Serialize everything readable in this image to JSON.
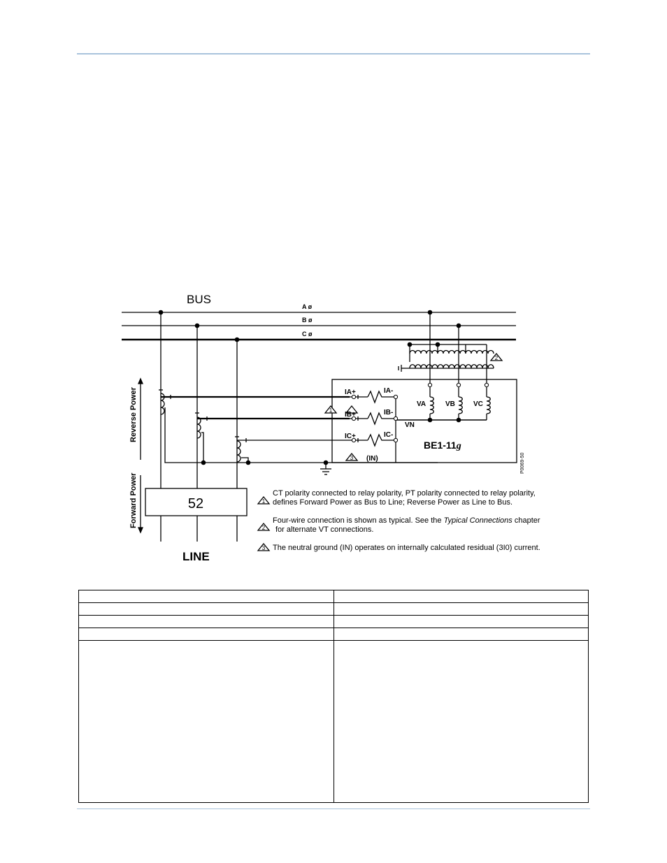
{
  "diagram": {
    "bus_label": "BUS",
    "line_label": "LINE",
    "phases": [
      "A ø",
      "B ø",
      "C ø"
    ],
    "breaker": "52",
    "relay_name_prefix": "BE1-11",
    "relay_name_suffix": "g",
    "figure_id": "P0069-50",
    "reverse_power": "Reverse Power",
    "forward_power": "Forward Power",
    "terminals": {
      "ia_plus": "IA+",
      "ia_minus": "IA-",
      "ib_plus": "IB+",
      "ib_minus": "IB-",
      "ic_plus": "IC+",
      "ic_minus": "IC-",
      "in": "(IN)",
      "va": "VA",
      "vb": "VB",
      "vc": "VC",
      "vn": "VN"
    },
    "notes": [
      {
        "num": "1",
        "lines": [
          "CT polarity connected to relay polarity, PT polarity connected to relay polarity,",
          "defines Forward Power as Bus to Line; Reverse Power as Line to Bus."
        ]
      },
      {
        "num": "2",
        "line1_pre": "Four-wire connection is shown as typical. See the ",
        "line1_italic": "Typical Connections",
        "line1_post": " chapter",
        "line2": "for alternate VT connections."
      },
      {
        "num": "3",
        "lines": [
          "The neutral ground (IN) operates on internally calculated residual (3I0) current."
        ]
      }
    ]
  }
}
